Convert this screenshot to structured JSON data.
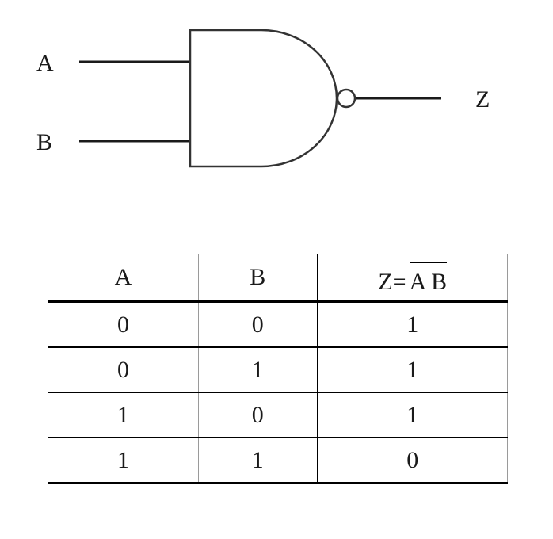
{
  "gate": {
    "type": "NAND",
    "input_a_label": "A",
    "input_b_label": "B",
    "output_label": "Z"
  },
  "truth_table": {
    "header_a": "A",
    "header_b": "B",
    "header_z_prefix": "Z=",
    "header_z_overline": "A B",
    "rows": [
      [
        "0",
        "0",
        "1"
      ],
      [
        "0",
        "1",
        "1"
      ],
      [
        "1",
        "0",
        "1"
      ],
      [
        "1",
        "1",
        "0"
      ]
    ]
  }
}
